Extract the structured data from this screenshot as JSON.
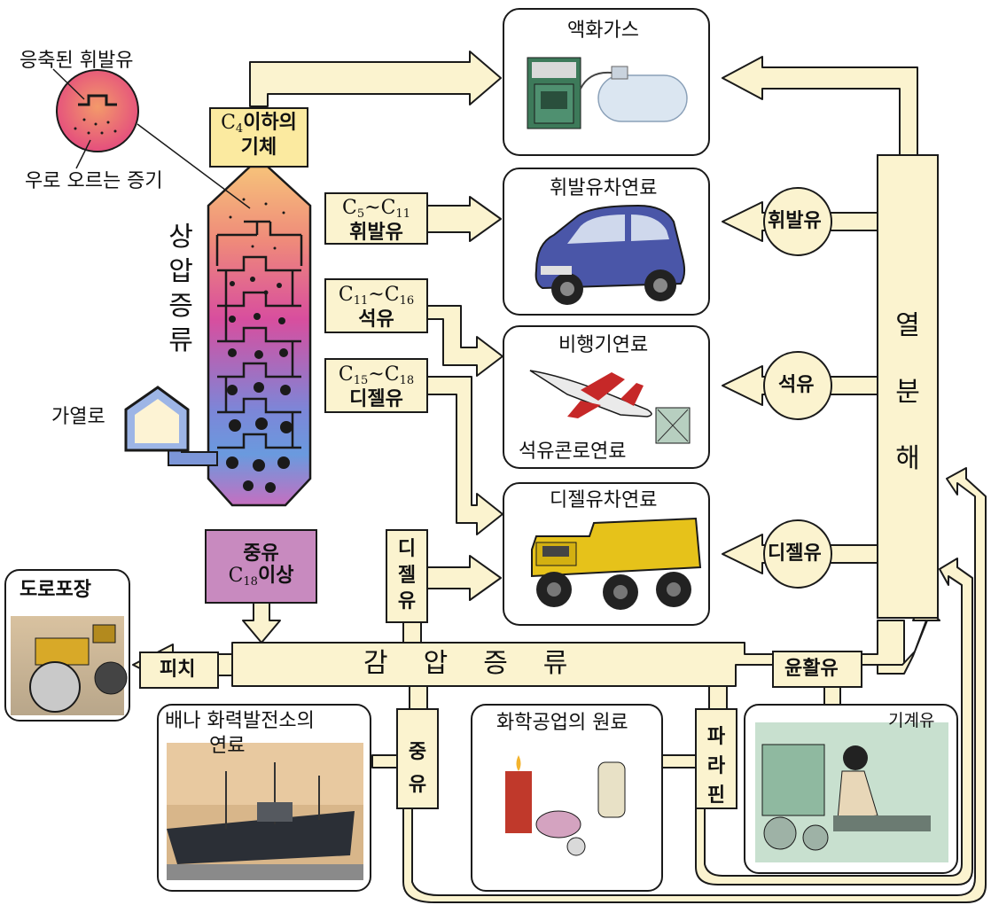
{
  "column": {
    "label": "상압증류",
    "label_chars": [
      "상",
      "압",
      "증",
      "류"
    ],
    "furnace_label": "가열로",
    "inset_top": "응축된 휘발유",
    "inset_bottom": "우로 오르는 증기"
  },
  "fractions": {
    "gas": {
      "c": "C",
      "sub": "4",
      "tail": "이하의",
      "line2": "기체"
    },
    "gasoline": {
      "c1": "C",
      "s1": "5",
      "c2": "~C",
      "s2": "11",
      "name": "휘발유"
    },
    "kerosene": {
      "c1": "C",
      "s1": "11",
      "c2": "~C",
      "s2": "16",
      "name": "석유"
    },
    "diesel": {
      "c1": "C",
      "s1": "15",
      "c2": "~C",
      "s2": "18",
      "name": "디젤유"
    },
    "heavy": {
      "line1": "중유",
      "c": "C",
      "sub": "18",
      "tail": "이상"
    }
  },
  "products": {
    "lpg": "액화가스",
    "car": "휘발유차연료",
    "plane": "비행기연료",
    "stove": "석유콘로연료",
    "truck": "디젤유차연료",
    "road": "도로포장",
    "ship_line1": "배나 화력발전소의",
    "ship_line2": "연료",
    "chem": "화학공업의 원료",
    "machine": "기계유"
  },
  "cracking": {
    "label": "열분해",
    "chars": [
      "열",
      "분",
      "해"
    ],
    "gasoline": "휘발유",
    "kerosene": "석유",
    "diesel": "디젤유"
  },
  "vacuum": {
    "label": "감압증류",
    "pitch": "피치",
    "lube": "윤활유",
    "diesel": "디젤유",
    "diesel_chars": [
      "디",
      "젤",
      "유"
    ],
    "heavy": "중유",
    "heavy_chars": [
      "중",
      "유"
    ],
    "paraffin": "파라핀",
    "paraffin_chars": [
      "파",
      "라",
      "핀"
    ]
  },
  "colors": {
    "pipe_fill": "#fbf3cf",
    "pipe_stroke": "#1a1a1a",
    "column_top": "#f2b06a",
    "column_mid": "#d44f9a",
    "column_low": "#7a8fd6",
    "column_bottom": "#c272c0",
    "heavy_box": "#c88abf",
    "gas_box": "#fbeaa0"
  }
}
